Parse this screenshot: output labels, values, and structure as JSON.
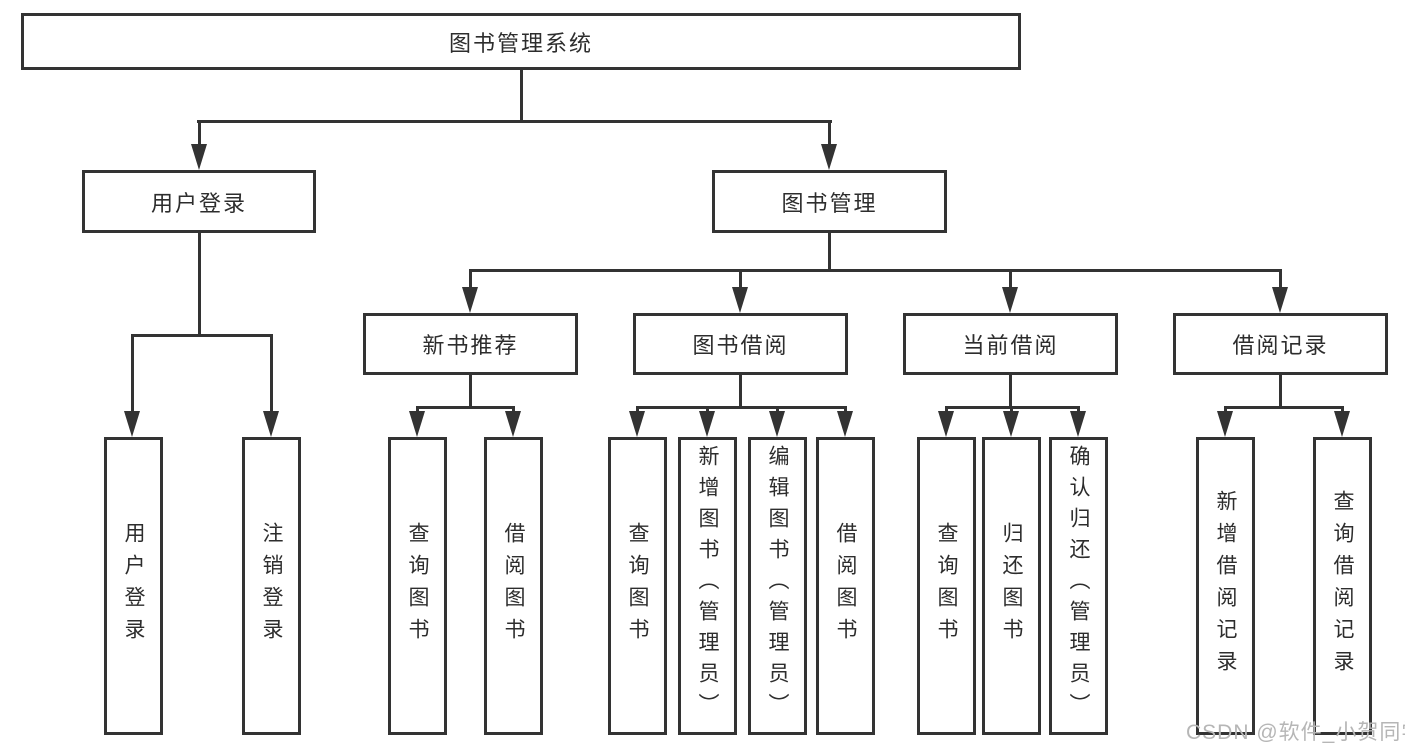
{
  "colors": {
    "line": "#333333",
    "text": "#2d2d2d",
    "background": "#ffffff",
    "watermark": "#b6b6b6"
  },
  "root": {
    "label": "图书管理系统"
  },
  "level2": [
    {
      "label": "用户登录"
    },
    {
      "label": "图书管理"
    }
  ],
  "level3": [
    {
      "label": "新书推荐"
    },
    {
      "label": "图书借阅"
    },
    {
      "label": "当前借阅"
    },
    {
      "label": "借阅记录"
    }
  ],
  "leaves": {
    "user_login": [
      {
        "label": "用户登录"
      },
      {
        "label": "注销登录"
      }
    ],
    "new_book_recommend": [
      {
        "label": "查询图书"
      },
      {
        "label": "借阅图书"
      }
    ],
    "book_borrowing": [
      {
        "label": "查询图书"
      },
      {
        "label": "新增图书（管理员）"
      },
      {
        "label": "编辑图书（管理员）"
      },
      {
        "label": "借阅图书"
      }
    ],
    "current_borrowing": [
      {
        "label": "查询图书"
      },
      {
        "label": "归还图书"
      },
      {
        "label": "确认归还（管理员）"
      }
    ],
    "borrowing_records": [
      {
        "label": "新增借阅记录"
      },
      {
        "label": "查询借阅记录"
      }
    ]
  },
  "watermark": {
    "text": "CSDN @软件_小贺同学"
  }
}
